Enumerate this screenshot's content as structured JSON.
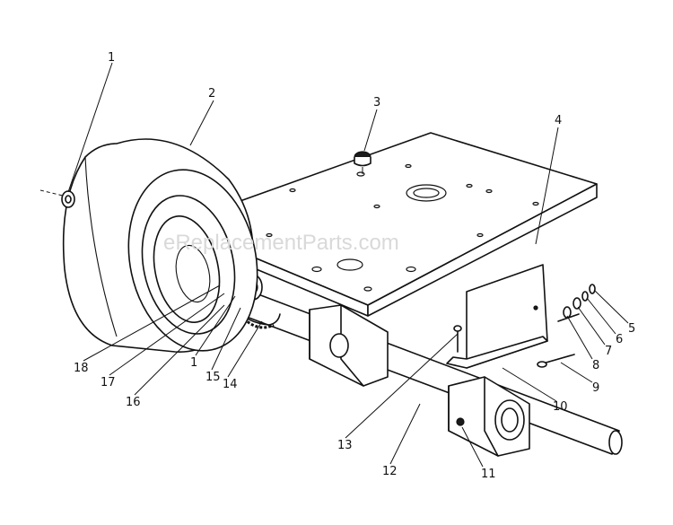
{
  "watermark": "eReplacementParts.com",
  "callouts": [
    {
      "id": "c1a",
      "text": "1"
    },
    {
      "id": "c2",
      "text": "2"
    },
    {
      "id": "c3",
      "text": "3"
    },
    {
      "id": "c4",
      "text": "4"
    },
    {
      "id": "c5",
      "text": "5"
    },
    {
      "id": "c6",
      "text": "6"
    },
    {
      "id": "c7",
      "text": "7"
    },
    {
      "id": "c8",
      "text": "8"
    },
    {
      "id": "c9",
      "text": "9"
    },
    {
      "id": "c10",
      "text": "10"
    },
    {
      "id": "c11",
      "text": "11"
    },
    {
      "id": "c12",
      "text": "12"
    },
    {
      "id": "c13",
      "text": "13"
    },
    {
      "id": "c14",
      "text": "14"
    },
    {
      "id": "c15",
      "text": "15"
    },
    {
      "id": "c1b",
      "text": "1"
    },
    {
      "id": "c16",
      "text": "16"
    },
    {
      "id": "c17",
      "text": "17"
    },
    {
      "id": "c18",
      "text": "18"
    }
  ]
}
